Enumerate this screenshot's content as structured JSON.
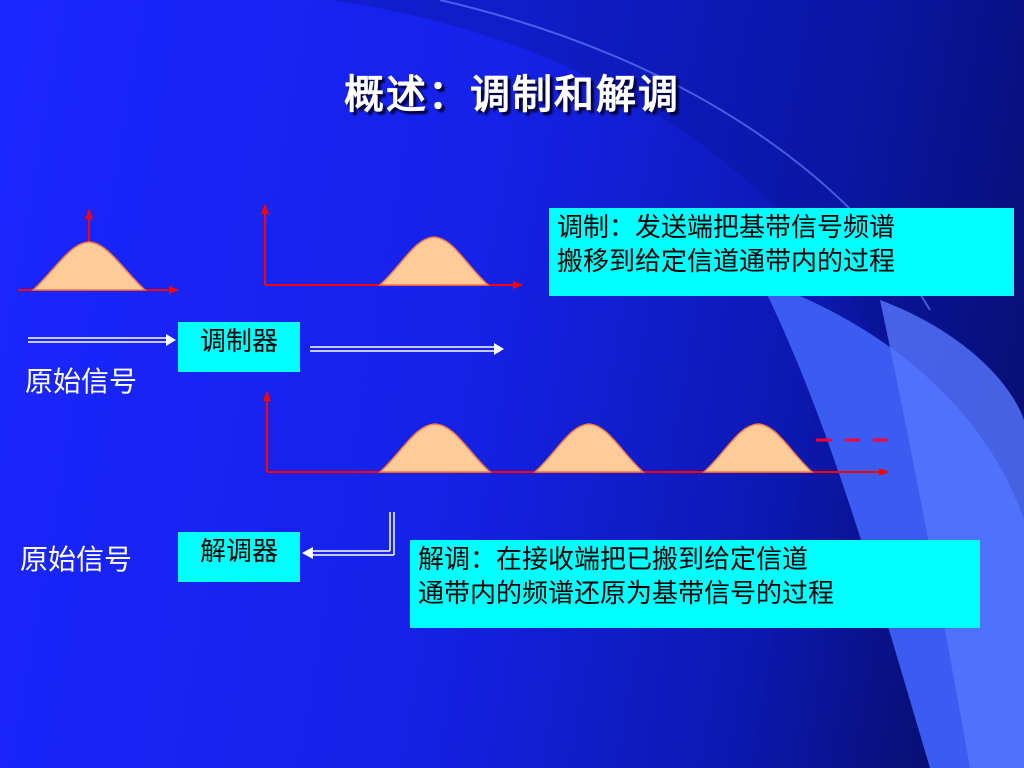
{
  "title": "概述：调制和解调",
  "modulation_note": {
    "line1": "调制：发送端把基带信号频谱",
    "line2": "搬移到给定信道通带内的过程"
  },
  "demodulation_note": {
    "line1": "解调：在接收端把已搬到给定信道",
    "line2": "通带内的频谱还原为基带信号的过程"
  },
  "modulator_label": "调制器",
  "demodulator_label": "解调器",
  "original_signal_top": "原始信号",
  "original_signal_bottom": "原始信号",
  "colors": {
    "axis": "#ff0000",
    "spectrum_fill": "#ffcc99",
    "spectrum_stroke": "#ff7744",
    "arrow": "#ffffff",
    "note_box": "#00ffff",
    "dash": "#ff0033"
  }
}
